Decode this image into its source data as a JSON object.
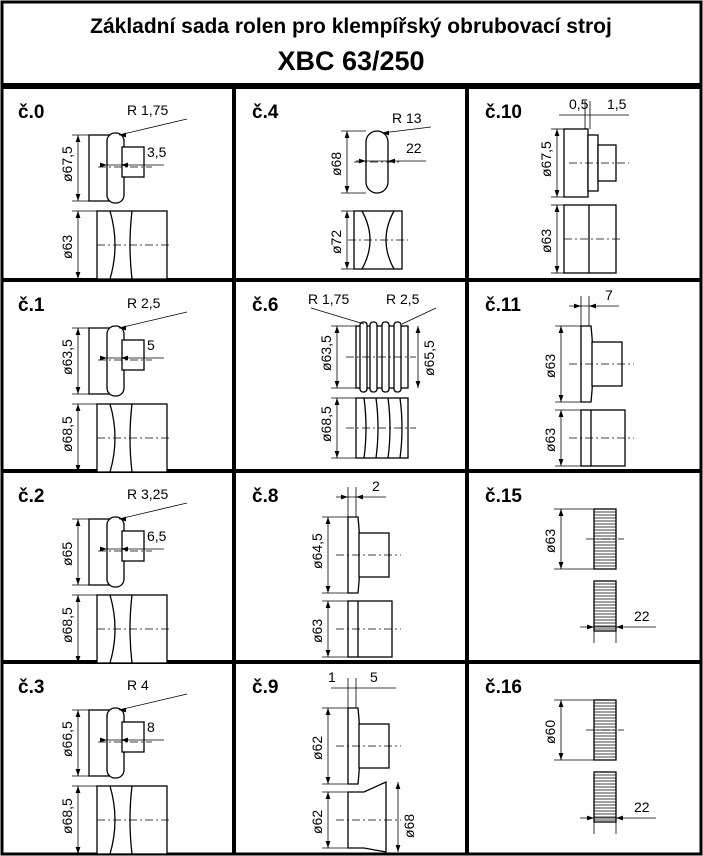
{
  "header": {
    "title": "Základní sada rolen pro klempířský obrubovací stroj",
    "model": "XBC 63/250"
  },
  "cells": [
    {
      "id": "c0",
      "label": "č.0",
      "type": "shaft",
      "top_d": "ø67,5",
      "bot_d": "ø63",
      "r": "R 1,75",
      "w": "3,5",
      "bot_style": "concave"
    },
    {
      "id": "c4",
      "label": "č.4",
      "type": "pill",
      "top_d": "ø68",
      "bot_d": "ø72",
      "r": "R 13",
      "w": "22",
      "bot_style": "concave"
    },
    {
      "id": "c10",
      "label": "č.10",
      "type": "step",
      "top_d": "ø67,5",
      "bot_d": "ø63",
      "dim_a": "0,5",
      "dim_b": "1,5",
      "bot_style": "step"
    },
    {
      "id": "c1",
      "label": "č.1",
      "type": "shaft",
      "top_d": "ø63,5",
      "bot_d": "ø68,5",
      "r": "R 2,5",
      "w": "5",
      "bot_style": "concave"
    },
    {
      "id": "c6",
      "label": "č.6",
      "type": "beads",
      "top_d": "ø63,5",
      "top_d2": "ø65,5",
      "bot_d": "ø68,5",
      "r": "R 1,75",
      "r2": "R 2,5",
      "bot_style": "grooves"
    },
    {
      "id": "c11",
      "label": "č.11",
      "type": "flange",
      "top_d": "ø63",
      "bot_d": "ø63",
      "w": "7",
      "bot_style": "flat"
    },
    {
      "id": "c2",
      "label": "č.2",
      "type": "shaft",
      "top_d": "ø65",
      "bot_d": "ø68,5",
      "r": "R 3,25",
      "w": "6,5",
      "bot_style": "concave"
    },
    {
      "id": "c8",
      "label": "č.8",
      "type": "flange",
      "top_d": "ø64,5",
      "bot_d": "ø63",
      "w": "2",
      "bot_style": "flat"
    },
    {
      "id": "c15",
      "label": "č.15",
      "type": "knurl",
      "top_d": "ø63",
      "w": "22"
    },
    {
      "id": "c3",
      "label": "č.3",
      "type": "shaft",
      "top_d": "ø66,5",
      "bot_d": "ø68,5",
      "r": "R 4",
      "w": "8",
      "bot_style": "concave"
    },
    {
      "id": "c9",
      "label": "č.9",
      "type": "flange",
      "top_d": "ø62",
      "bot_d": "ø62",
      "bot_d2": "ø68",
      "dim_a": "1",
      "dim_b": "5",
      "bot_style": "cone"
    },
    {
      "id": "c16",
      "label": "č.16",
      "type": "knurl",
      "top_d": "ø60",
      "w": "22"
    }
  ]
}
